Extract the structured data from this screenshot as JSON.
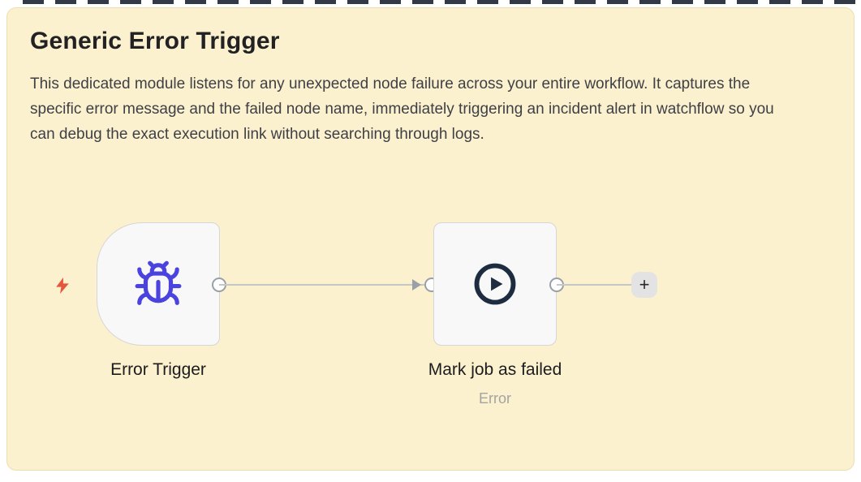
{
  "note": {
    "title": "Generic Error Trigger",
    "description": "This dedicated module listens for any unexpected node failure across your entire workflow. It captures the specific error message and the failed node name, immediately triggering an incident alert in watchflow so you can debug the exact execution link without searching through logs."
  },
  "workflow": {
    "nodes": [
      {
        "label": "Error Trigger",
        "sublabel": "",
        "icon": "bug-icon"
      },
      {
        "label": "Mark job as failed",
        "sublabel": "Error",
        "icon": "play-circle-icon"
      }
    ],
    "add_button_label": "+"
  },
  "colors": {
    "note_background": "#FBF1CF",
    "bug_icon": "#4A43DF",
    "bolt_icon": "#E4573D",
    "play_icon": "#1E2C40",
    "node_background": "#F8F8F8",
    "node_border": "#D6D6D6",
    "connector": "#99A0A8",
    "wire": "#C6C6C6",
    "title_text": "#222225",
    "body_text": "#3F4046",
    "sublabel_text": "#A3A3A3"
  }
}
